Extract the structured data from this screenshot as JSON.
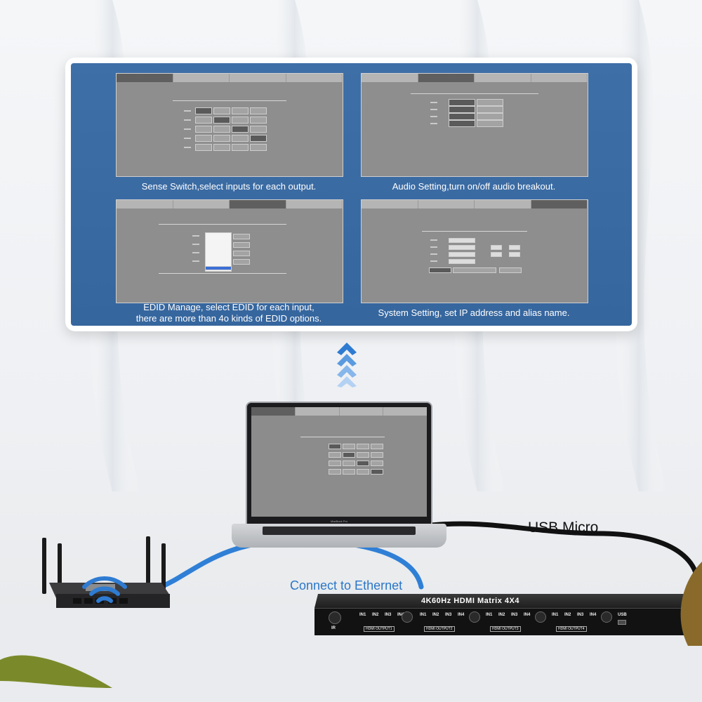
{
  "captions": {
    "sense_switch": "Sense Switch,select inputs for each output.",
    "audio_setting": "Audio Setting,turn on/off audio breakout.",
    "edid_line1": "EDID Manage, select EDID for each input,",
    "edid_line2": "there are more than 4o kinds of EDID options.",
    "system_setting": "System Setting, set IP address and alias name."
  },
  "labels": {
    "usb_micro": "USB Micro",
    "connect_ethernet": "Connect to Ethernet"
  },
  "device": {
    "title": "4K60Hz HDMI Matrix 4X4",
    "ir_label": "IR",
    "usb_label": "USB",
    "inputs": [
      "IN1",
      "IN2",
      "IN3",
      "IN4"
    ],
    "outputs": [
      "HDMI OUTPUT1",
      "HDMI OUTPUT2",
      "HDMI OUTPUT3",
      "HDMI OUTPUT4"
    ]
  },
  "laptop": {
    "brand": "MacBook Pro"
  },
  "colors": {
    "panel_blue": "#3f6fa7",
    "ethernet_blue": "#2a77c8",
    "arrow_blue": "#4a90d9"
  }
}
